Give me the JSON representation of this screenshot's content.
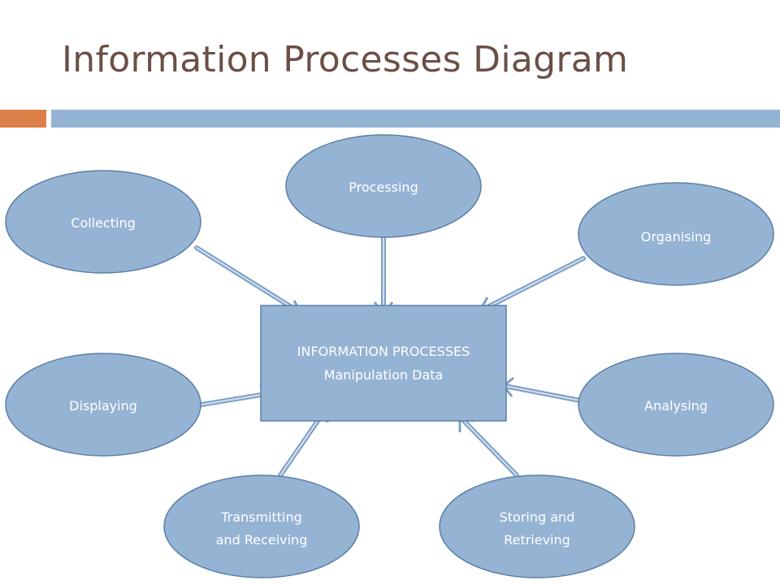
{
  "title": "Information Processes Diagram",
  "colors": {
    "title": "#6b4f46",
    "accent_orange": "#dd8048",
    "accent_blue": "#95b3d3",
    "node_fill": "#95b3d3",
    "node_stroke": "#5b7fa6",
    "text": "#ffffff"
  },
  "center": {
    "line1": "INFORMATION PROCESSES",
    "line2": "Manipulation Data"
  },
  "nodes": [
    {
      "id": "processing",
      "lines": [
        "Processing"
      ]
    },
    {
      "id": "collecting",
      "lines": [
        "Collecting"
      ]
    },
    {
      "id": "organising",
      "lines": [
        "Organising"
      ]
    },
    {
      "id": "displaying",
      "lines": [
        "Displaying"
      ]
    },
    {
      "id": "analysing",
      "lines": [
        "Analysing"
      ]
    },
    {
      "id": "transmitting",
      "lines": [
        "Transmitting",
        "and Receiving"
      ]
    },
    {
      "id": "storing",
      "lines": [
        "Storing and",
        "Retrieving"
      ]
    }
  ]
}
